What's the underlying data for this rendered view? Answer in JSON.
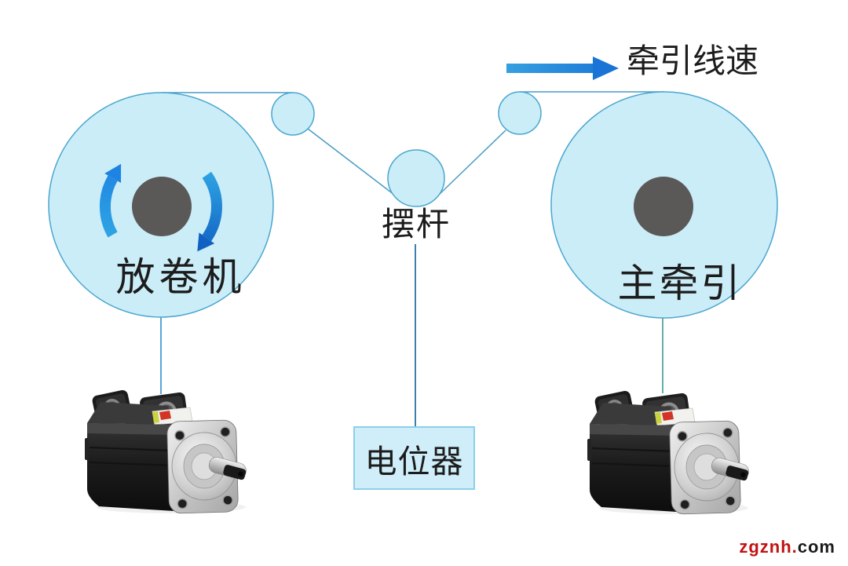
{
  "page": {
    "background": "#ffffff",
    "size": "1080x721"
  },
  "diagram": {
    "flow_arrow": {
      "label": "牵引线速",
      "direction": "right"
    },
    "rolls": {
      "unwinder": {
        "label": "放卷机",
        "rotation": "clockwise",
        "hub": "dark-gray"
      },
      "main_traction": {
        "label": "主牵引",
        "hub": "dark-gray"
      }
    },
    "dancer": {
      "label": "摆杆"
    },
    "potentiometer": {
      "label": "电位器"
    },
    "guide_roller_count": 2,
    "servo_motor_count": 2
  },
  "watermark": {
    "red_part": "zgznh.",
    "dark_part": "com",
    "full": "zgznh.com"
  },
  "colors": {
    "roll_fill": "#cbedf8",
    "roll_stroke": "#4aa6ce",
    "hub_gray": "#5b5858",
    "flow_arrow_start": "#35a0e0",
    "flow_arrow_end": "#1a74d6",
    "rotation_arrow_light": "#2ea4e4",
    "rotation_arrow_dark": "#1161c2",
    "web_line": "#4a9cc6",
    "left_motor_link": "#5ba4d8",
    "right_motor_link": "#63b0aa",
    "dancer_link": "#3f7fad",
    "box_fill": "#cfeef9",
    "box_stroke": "#8ccfe9",
    "watermark_red": "#c41111",
    "watermark_dark": "#1a1a1a",
    "text": "#1c1c1c"
  }
}
